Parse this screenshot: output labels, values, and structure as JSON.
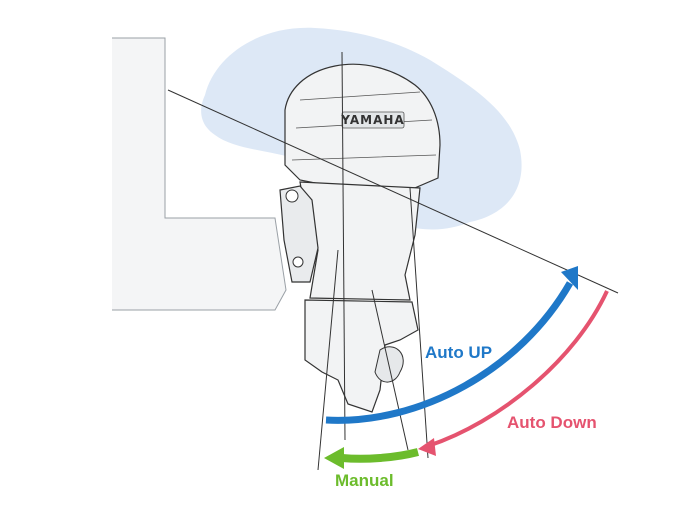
{
  "brand": {
    "text": "YAMAHA"
  },
  "labels": {
    "auto_up": "Auto UP",
    "auto_down": "Auto Down",
    "manual": "Manual"
  },
  "colors": {
    "auto_up": "#1f78c8",
    "auto_down": "#e5536f",
    "manual": "#6cbc2c",
    "silhouette": "#dde8f6",
    "engine_fill": "#f2f3f4",
    "line": "#333333"
  },
  "icons": [
    "auto-up-arrow-icon",
    "auto-down-arrow-icon",
    "manual-arrow-icon"
  ]
}
